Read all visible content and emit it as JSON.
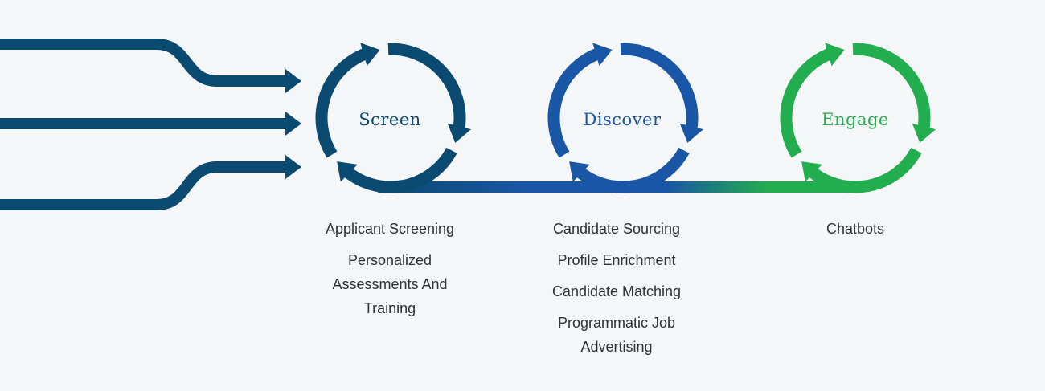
{
  "stages": [
    {
      "id": "screen",
      "title": "Screen",
      "color": "#0a4a70",
      "items": [
        "Applicant Screening",
        "Personalized Assessments And Training"
      ]
    },
    {
      "id": "discover",
      "title": "Discover",
      "color": "#1a56a6",
      "items": [
        "Candidate Sourcing",
        "Profile Enrichment",
        "Candidate Matching",
        "Programmatic Job Advertising"
      ]
    },
    {
      "id": "engage",
      "title": "Engage",
      "color": "#22ad4e",
      "items": [
        "Chatbots"
      ]
    }
  ],
  "input_arrows": {
    "count": 3,
    "color": "#0a4a70"
  }
}
